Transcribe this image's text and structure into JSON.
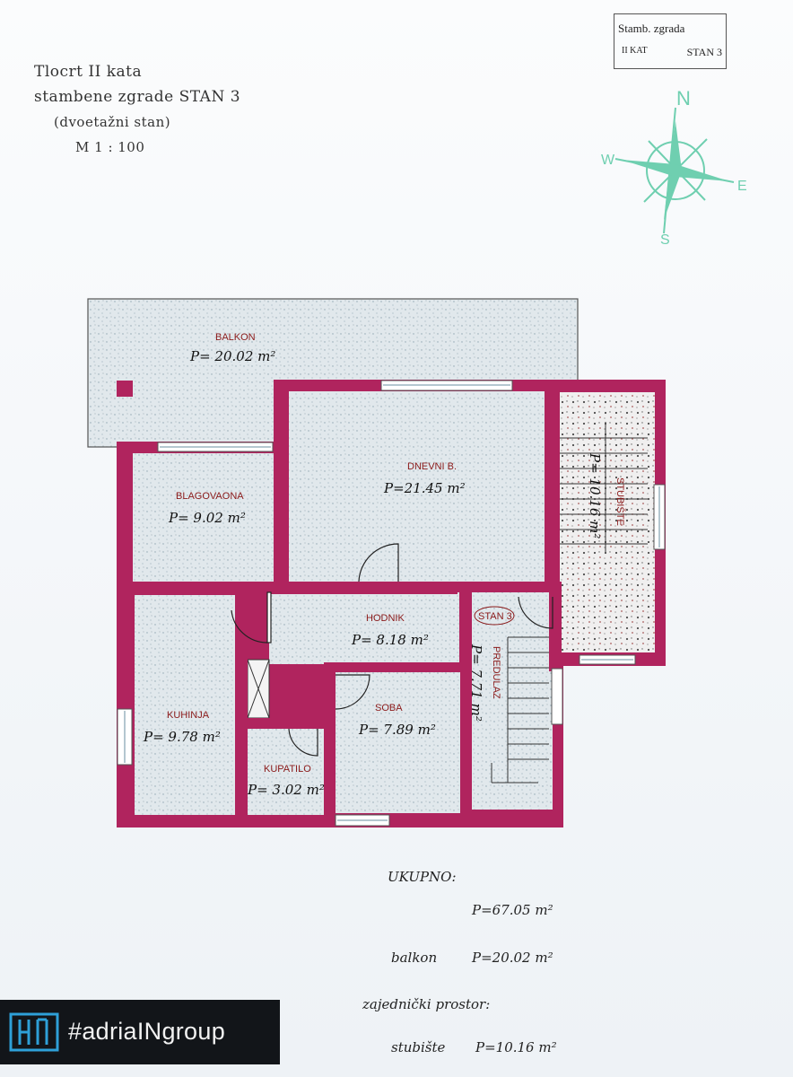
{
  "title": {
    "line1": "Tlocrt II kata",
    "line2": "stambene zgrade STAN 3",
    "line3": "(dvoetažni stan)",
    "scale": "M 1 : 100"
  },
  "stamp": {
    "line1": "Stamb. zgrada",
    "floor": "II KAT",
    "unit": "STAN 3"
  },
  "compass": {
    "n": "N",
    "e": "E",
    "s": "S",
    "w": "W",
    "color": "#6fcfb0"
  },
  "rooms": {
    "balkon": {
      "name": "BALKON",
      "area": "P= 20.02 m²"
    },
    "dnevni": {
      "name": "DNEVNI B.",
      "area": "P=21.45 m²"
    },
    "stubiste": {
      "name": "STUBIŠTE",
      "area": "P= 10.16 m²"
    },
    "blagovaona": {
      "name": "BLAGOVAONA",
      "area": "P=  9.02 m²"
    },
    "hodnik": {
      "name": "HODNIK",
      "area": "P= 8.18 m²"
    },
    "stan3": {
      "name": "STAN 3"
    },
    "predulaz": {
      "name": "PREDULAZ",
      "area": "P= 7.71 m²"
    },
    "soba": {
      "name": "SOBA",
      "area": "P= 7.89 m²"
    },
    "kuhinja": {
      "name": "KUHINJA",
      "area": "P=  9.78 m²"
    },
    "kupatilo": {
      "name": "KUPATILO",
      "area": "P= 3.02 m²"
    }
  },
  "totals": {
    "ukupno_label": "UKUPNO:",
    "ukupno_value": "P=67.05 m²",
    "balkon_label": "balkon",
    "balkon_value": "P=20.02 m²",
    "zajednicki_label": "zajednički prostor:",
    "stubiste_label": "stubište",
    "stubiste_value": "P=10.16 m²"
  },
  "logo": {
    "text": "#adriaINgroup"
  },
  "colors": {
    "walls": "#b0245e",
    "floor": "#dfe6ea",
    "text": "#8b1a1a"
  }
}
